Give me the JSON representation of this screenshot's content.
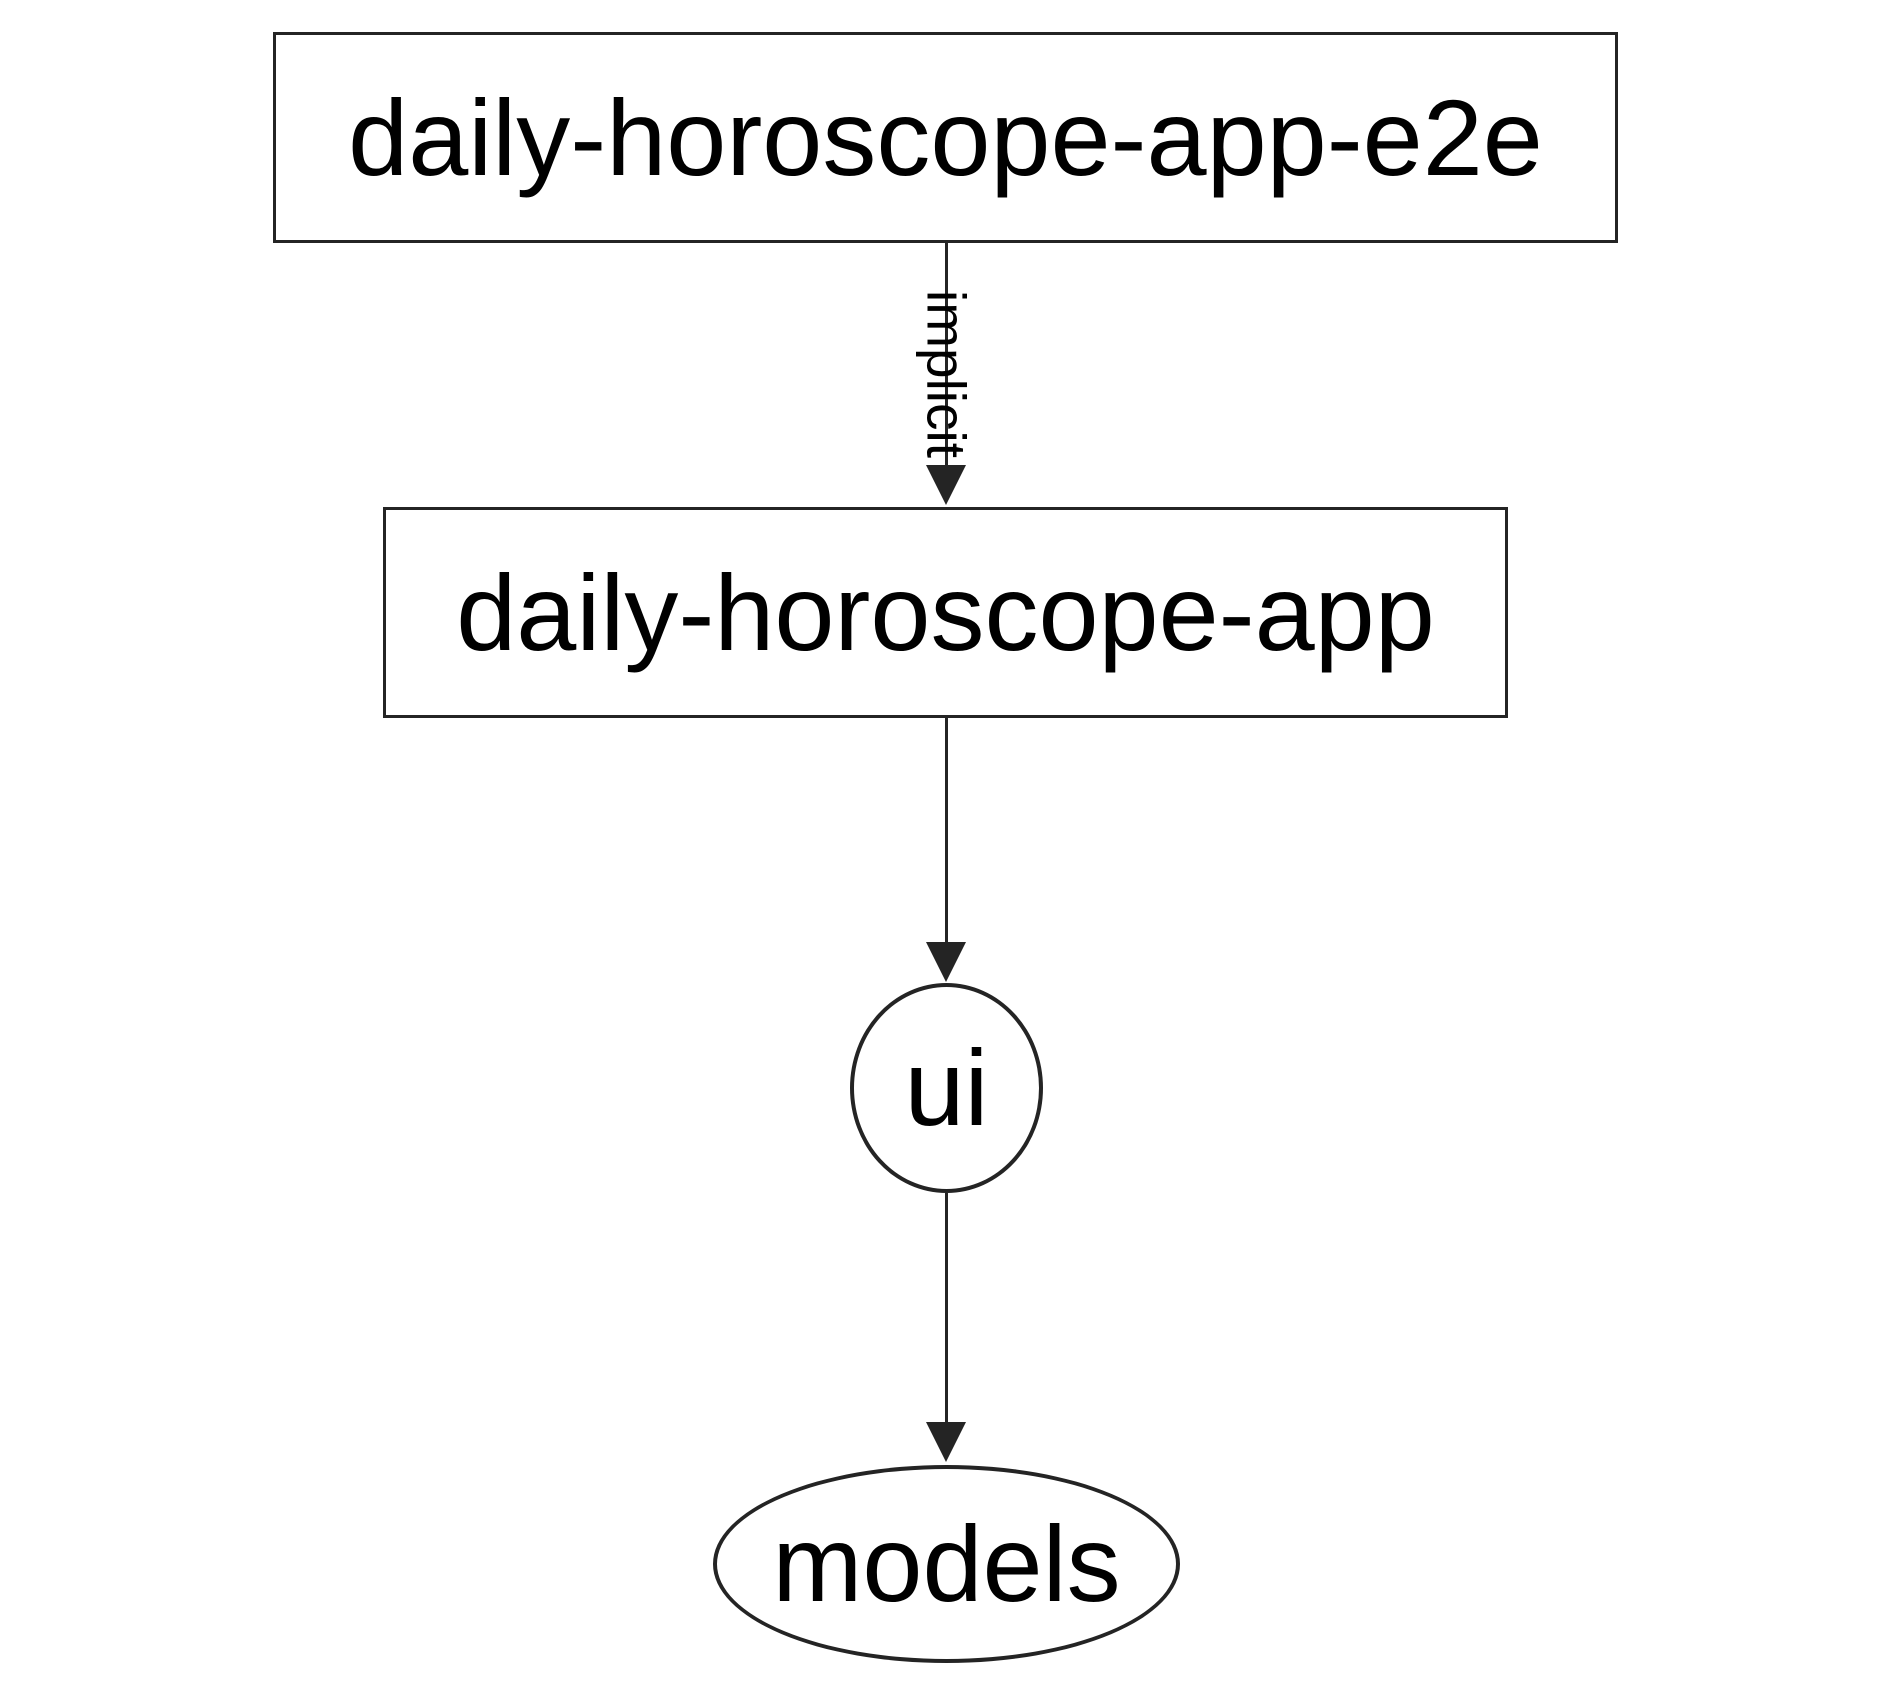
{
  "diagram": {
    "type": "dependency-graph",
    "background_color": "#ffffff",
    "stroke_color": "#242424",
    "text_color": "#000000",
    "nodes": [
      {
        "id": "daily-horoscope-app-e2e",
        "label": "daily-horoscope-app-e2e",
        "shape": "rect"
      },
      {
        "id": "daily-horoscope-app",
        "label": "daily-horoscope-app",
        "shape": "rect"
      },
      {
        "id": "ui",
        "label": "ui",
        "shape": "ellipse"
      },
      {
        "id": "models",
        "label": "models",
        "shape": "ellipse"
      }
    ],
    "edges": [
      {
        "from": "daily-horoscope-app-e2e",
        "to": "daily-horoscope-app",
        "label": "implicit"
      },
      {
        "from": "daily-horoscope-app",
        "to": "ui",
        "label": ""
      },
      {
        "from": "ui",
        "to": "models",
        "label": ""
      }
    ]
  }
}
